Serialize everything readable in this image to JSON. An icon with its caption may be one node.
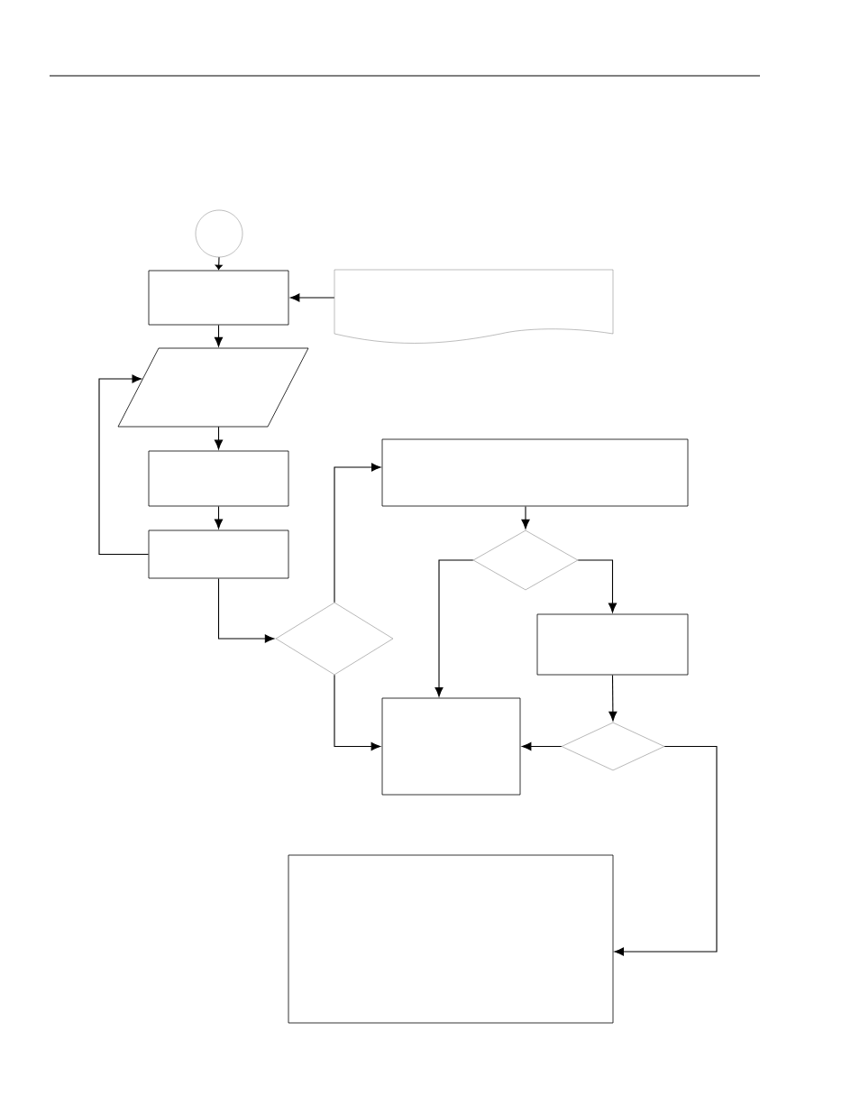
{
  "diagram": {
    "nodes": [
      {
        "text": [],
        "shape": "circle"
      },
      {
        "text": [],
        "shape": "box"
      },
      {
        "text": [],
        "shape": "document"
      },
      {
        "text": [],
        "shape": "parallelogram"
      },
      {
        "text": [],
        "shape": "box"
      },
      {
        "text": [],
        "shape": "box"
      },
      {
        "text": [],
        "shape": "diamond"
      },
      {
        "text": [],
        "shape": "box"
      },
      {
        "text": [],
        "shape": "diamond"
      },
      {
        "text": [],
        "shape": "box"
      },
      {
        "text": [],
        "shape": "box"
      },
      {
        "text": [],
        "shape": "diamond"
      },
      {
        "text": [],
        "shape": "box"
      }
    ],
    "edges": [
      {
        "from": 0,
        "to": 1,
        "arrow": "to"
      },
      {
        "from": 2,
        "to": 1,
        "arrow": "to"
      },
      {
        "from": 1,
        "to": 3,
        "arrow": "to"
      },
      {
        "from": 3,
        "to": 4,
        "arrow": "to"
      },
      {
        "from": 4,
        "to": 5,
        "arrow": "to"
      },
      {
        "from": 5,
        "to": 3,
        "arrow": "to"
      },
      {
        "from": 5,
        "to": 6,
        "arrow": "to"
      },
      {
        "from": 6,
        "to": 7,
        "arrow": "to"
      },
      {
        "from": 6,
        "to": 10,
        "arrow": "to"
      },
      {
        "from": 7,
        "to": 8,
        "arrow": "to"
      },
      {
        "from": 8,
        "to": 10,
        "arrow": "to"
      },
      {
        "from": 8,
        "to": 9,
        "arrow": "to"
      },
      {
        "from": 9,
        "to": 11,
        "arrow": "to"
      },
      {
        "from": 11,
        "to": 10,
        "arrow": "to"
      },
      {
        "from": 11,
        "to": 12,
        "arrow": "to"
      }
    ]
  }
}
